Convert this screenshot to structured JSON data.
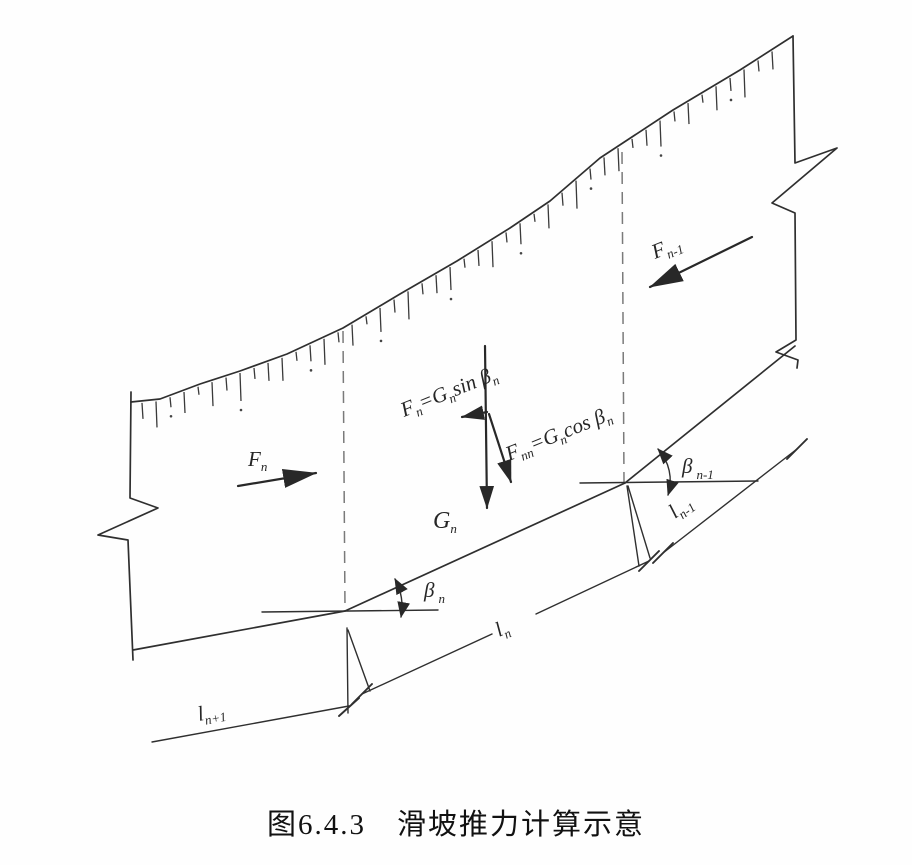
{
  "figure": {
    "caption": "图6.4.3　滑坡推力计算示意",
    "labels": {
      "fn": {
        "main": "F",
        "sub": "n"
      },
      "fn_prev": {
        "main": "F",
        "sub": "n-1"
      },
      "gn": {
        "main": "G",
        "sub": "n"
      },
      "beta_n": {
        "main": "β",
        "sub": "n"
      },
      "beta_prev": {
        "main": "β",
        "sub": "n-1"
      },
      "l_n": {
        "main": "l",
        "sub": "n"
      },
      "l_next": {
        "main": "l",
        "sub": "n+1"
      },
      "l_prev": {
        "main": "l",
        "sub": "n-1"
      },
      "formula_sin": {
        "p1": "F",
        "s1": "n",
        "p2": "=G",
        "s2": "n",
        "p3": "sin β",
        "s3": "n"
      },
      "formula_cos": {
        "p1": "F",
        "s1": "nn",
        "p2": "=G",
        "s2": "n",
        "p3": "cos β",
        "s3": "n"
      }
    },
    "colors": {
      "line": "#2f2f2f",
      "dashed": "#7a7a7a",
      "background": "#fefefe",
      "text": "#111111"
    }
  }
}
